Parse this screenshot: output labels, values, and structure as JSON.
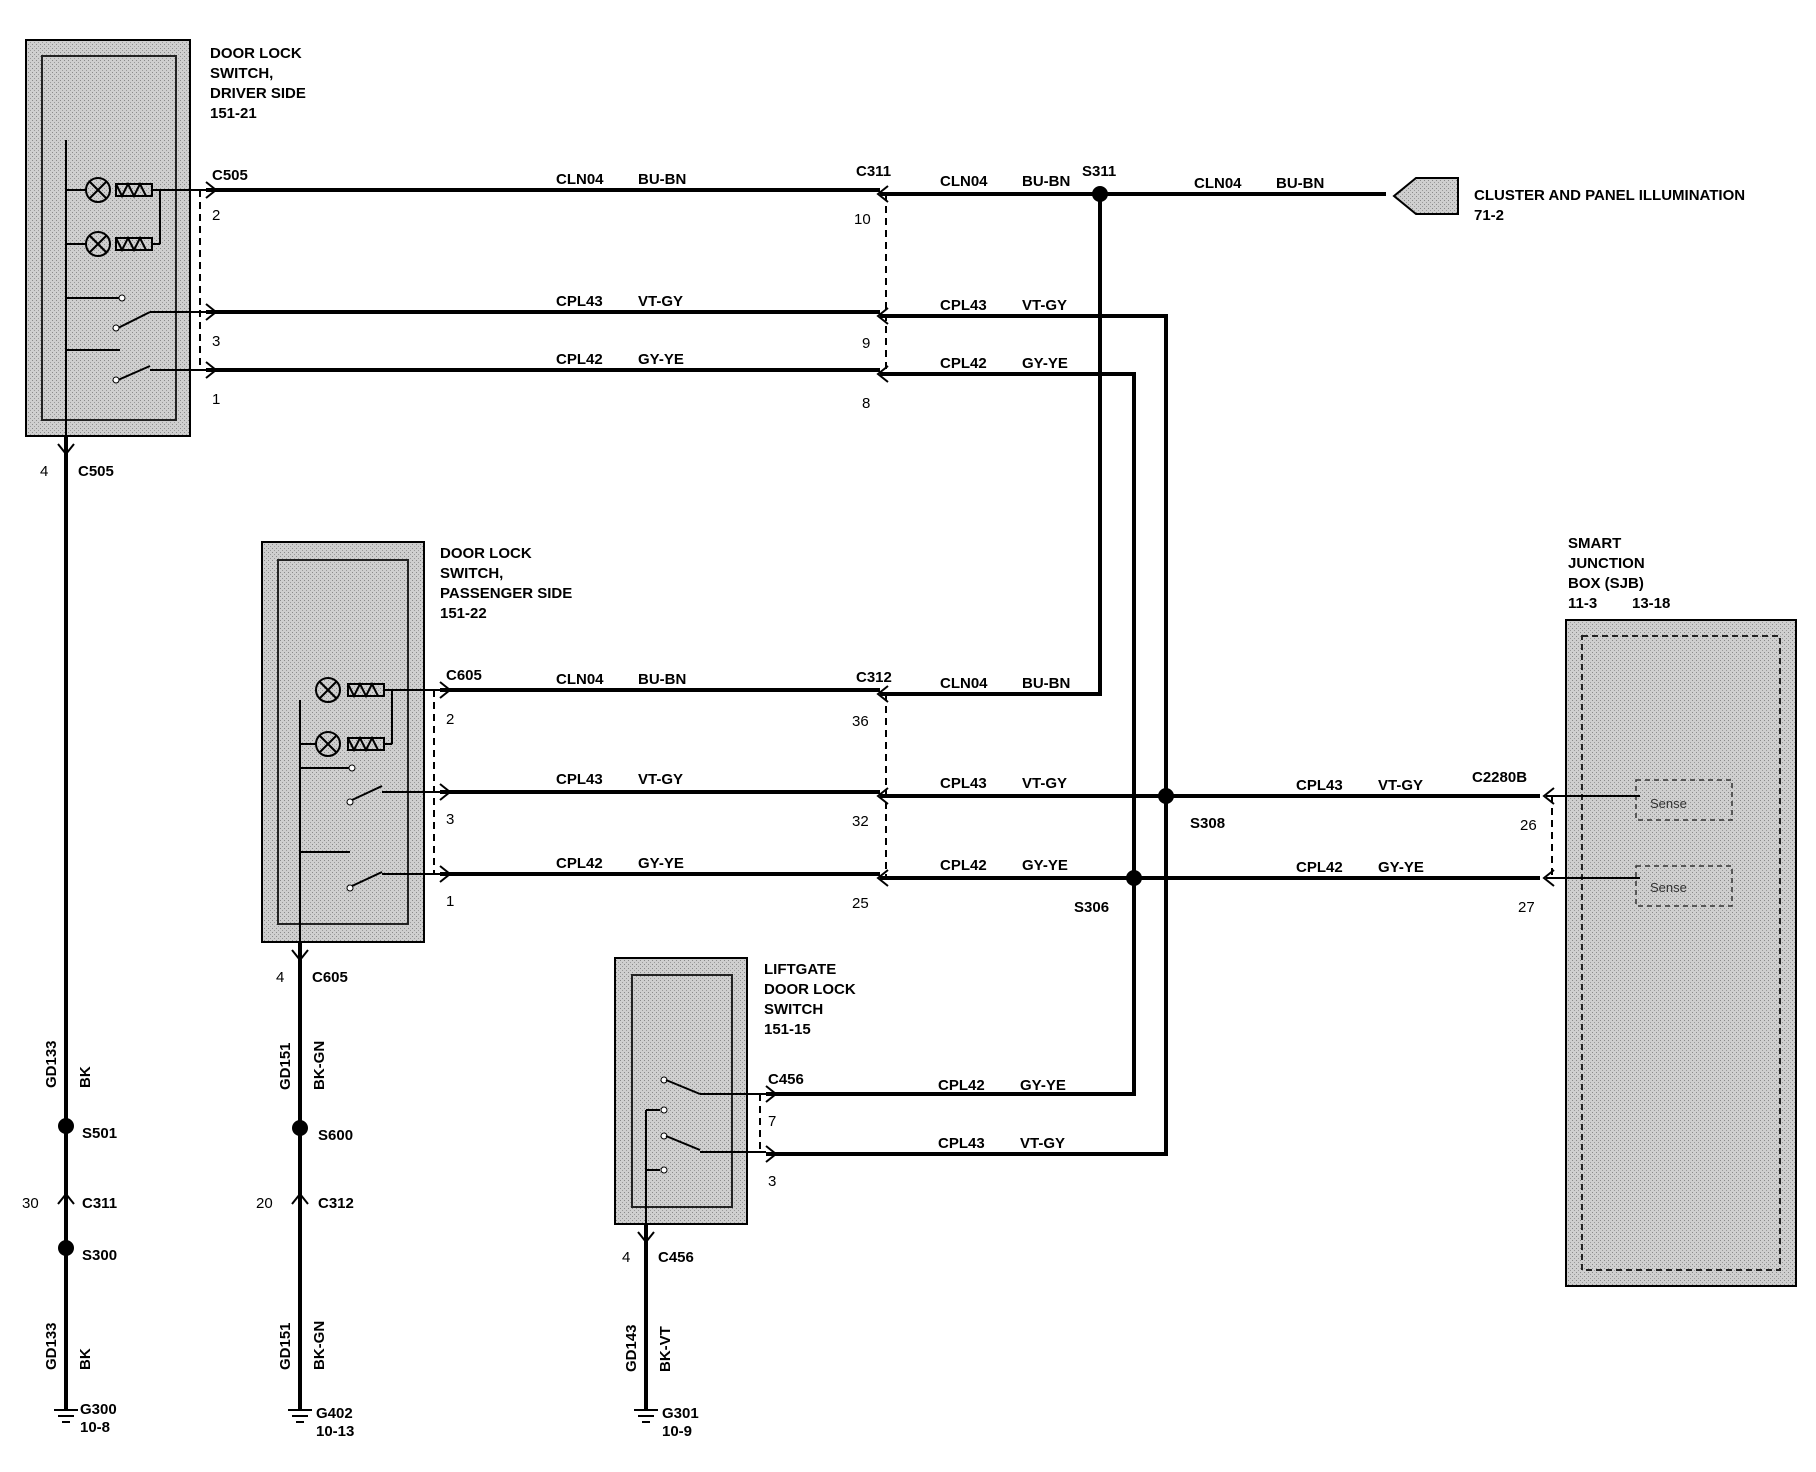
{
  "components": {
    "driver_switch": {
      "name": [
        "DOOR LOCK",
        "SWITCH,",
        "DRIVER SIDE",
        "151-21"
      ]
    },
    "passenger_switch": {
      "name": [
        "DOOR LOCK",
        "SWITCH,",
        "PASSENGER SIDE",
        "151-22"
      ]
    },
    "liftgate_switch": {
      "name": [
        "LIFTGATE",
        "DOOR LOCK",
        "SWITCH",
        "151-15"
      ]
    },
    "sjb": {
      "name": [
        "SMART",
        "JUNCTION",
        "BOX (SJB)"
      ],
      "pages": [
        "11-3",
        "13-18"
      ],
      "sense_label": "Sense"
    },
    "cluster": {
      "name": "CLUSTER AND PANEL ILLUMINATION",
      "page": "71-2"
    }
  },
  "connectors": {
    "c505": "C505",
    "c311": "C311",
    "c605": "C605",
    "c312": "C312",
    "c456": "C456",
    "c2280b": "C2280B"
  },
  "splices": {
    "s311": "S311",
    "s308": "S308",
    "s306": "S306",
    "s501": "S501",
    "s300": "S300",
    "s600": "S600"
  },
  "circuits": {
    "cln04": "CLN04",
    "bu_bn": "BU-BN",
    "cpl43": "CPL43",
    "vt_gy": "VT-GY",
    "cpl42": "CPL42",
    "gy_ye": "GY-YE",
    "gd133": "GD133",
    "bk": "BK",
    "gd151": "GD151",
    "bk_gn": "BK-GN",
    "gd143": "GD143",
    "bk_vt": "BK-VT"
  },
  "pins": {
    "p1": "1",
    "p2": "2",
    "p3": "3",
    "p4": "4",
    "p7": "7",
    "p8": "8",
    "p9": "9",
    "p10": "10",
    "p20": "20",
    "p25": "25",
    "p26": "26",
    "p27": "27",
    "p30": "30",
    "p32": "32",
    "p36": "36"
  },
  "grounds": {
    "g300": {
      "name": "G300",
      "page": "10-8"
    },
    "g402": {
      "name": "G402",
      "page": "10-13"
    },
    "g301": {
      "name": "G301",
      "page": "10-9"
    }
  }
}
